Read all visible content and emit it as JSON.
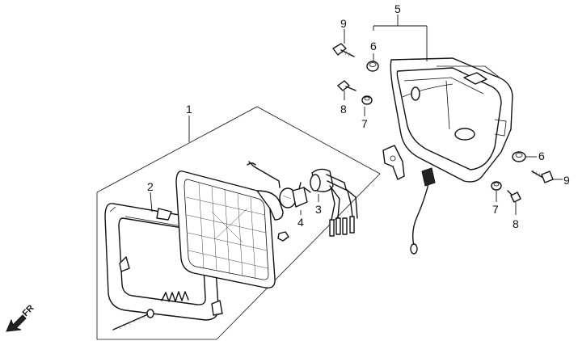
{
  "callouts": {
    "c1": "1",
    "c2": "2",
    "c3": "3",
    "c4": "4",
    "c5": "5",
    "c6a": "6",
    "c6b": "6",
    "c7a": "7",
    "c7b": "7",
    "c8a": "8",
    "c8b": "8",
    "c9a": "9",
    "c9b": "9"
  },
  "direction": {
    "label": "FR",
    "icon": "arrow-down-left-icon"
  }
}
